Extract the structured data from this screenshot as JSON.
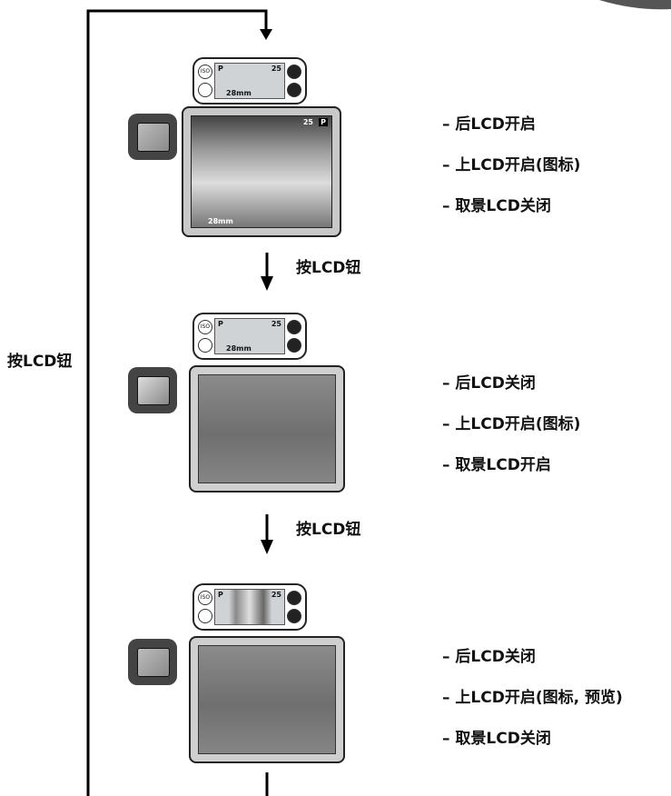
{
  "side_label": "按LCD钮",
  "step_labels": [
    "按LCD钮",
    "按LCD钮"
  ],
  "modes": [
    {
      "lines": [
        "– 后LCD开启",
        "– 上LCD开启(图标)",
        "– 取景LCD关闭"
      ],
      "top_lcd": {
        "p": "P",
        "count": "25",
        "zoom": "28mm"
      },
      "photo_osd": {
        "count": "25",
        "mode": "P",
        "zoom": "28mm"
      }
    },
    {
      "lines": [
        "– 后LCD关闭",
        "– 上LCD开启(图标)",
        "– 取景LCD开启"
      ],
      "top_lcd": {
        "p": "P",
        "count": "25",
        "zoom": "28mm"
      }
    },
    {
      "lines": [
        "– 后LCD关闭",
        "– 上LCD开启(图标, 预览)",
        "– 取景LCD关闭"
      ],
      "top_lcd": {
        "p": "P",
        "count": "25"
      }
    }
  ]
}
